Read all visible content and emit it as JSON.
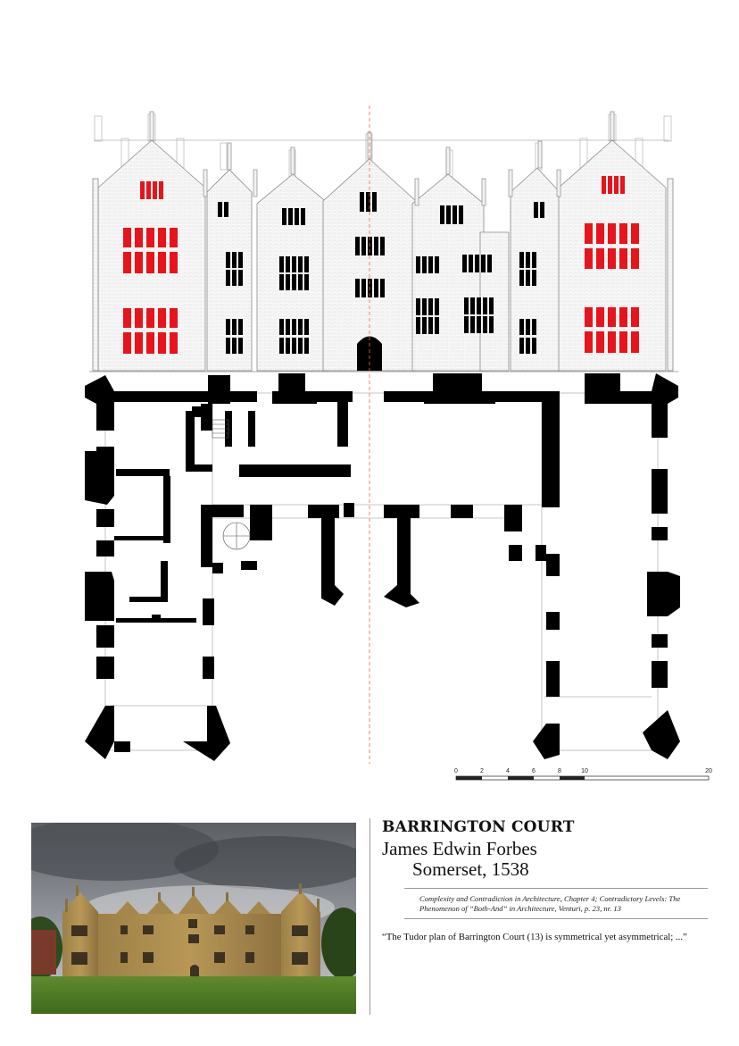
{
  "building": {
    "title": "BARRINGTON COURT",
    "architect": "James Edwin Forbes",
    "location": "Somerset, 1538"
  },
  "citation": "Complexity and Contradiction in Architecture, Chapter 4; Contradictory Levels: The Phenomenon of “Both-And” in Architecture, Venturi, p. 23, nr. 13",
  "quote": "“The Tudor plan of Barrington Court (13) is symmetrical yet asymmetrical; ...”",
  "scale_bar": {
    "ticks": [
      "0",
      "2",
      "4",
      "6",
      "8",
      "10",
      "20"
    ]
  },
  "colors": {
    "highlight_windows": "#e8141b",
    "wall_poche": "#000000",
    "axis_line": "#e86a4a",
    "elevation_line": "#b5b5b5"
  }
}
